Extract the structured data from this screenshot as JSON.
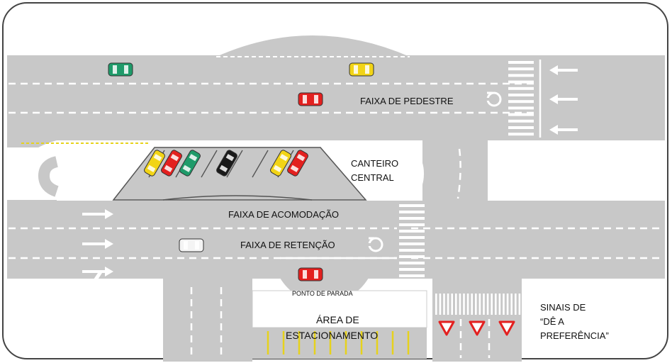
{
  "labels": {
    "faixa_pedestre": "FAIXA DE PEDESTRE",
    "canteiro_line1": "CANTEIRO",
    "canteiro_line2": "CENTRAL",
    "faixa_acomodacao": "FAIXA DE ACOMODAÇÃO",
    "faixa_retencao": "FAIXA DE RETENÇÃO",
    "ponto_parada": "PONTO DE PARADA",
    "area_line1": "ÁREA DE",
    "area_line2": "ESTACIONAMENTO",
    "sinais_line1": "SINAIS DE",
    "sinais_line2": "“DÊ A",
    "sinais_line3": "PREFERÊNCIA”"
  },
  "colors": {
    "road": "#c8c8c8",
    "background": "#ffffff",
    "border": "#444444",
    "green_car": "#1f9b6a",
    "yellow_car": "#f2d416",
    "red_car": "#e3201f",
    "black_car": "#1a1a1a",
    "white_car": "#f4f4f4",
    "yield_sign": "#e3201f",
    "parking_line": "#e6d21c"
  },
  "icons": [
    "arrow-left-icon",
    "arrow-right-icon",
    "u-turn-icon",
    "car-icon",
    "yield-sign-icon"
  ]
}
